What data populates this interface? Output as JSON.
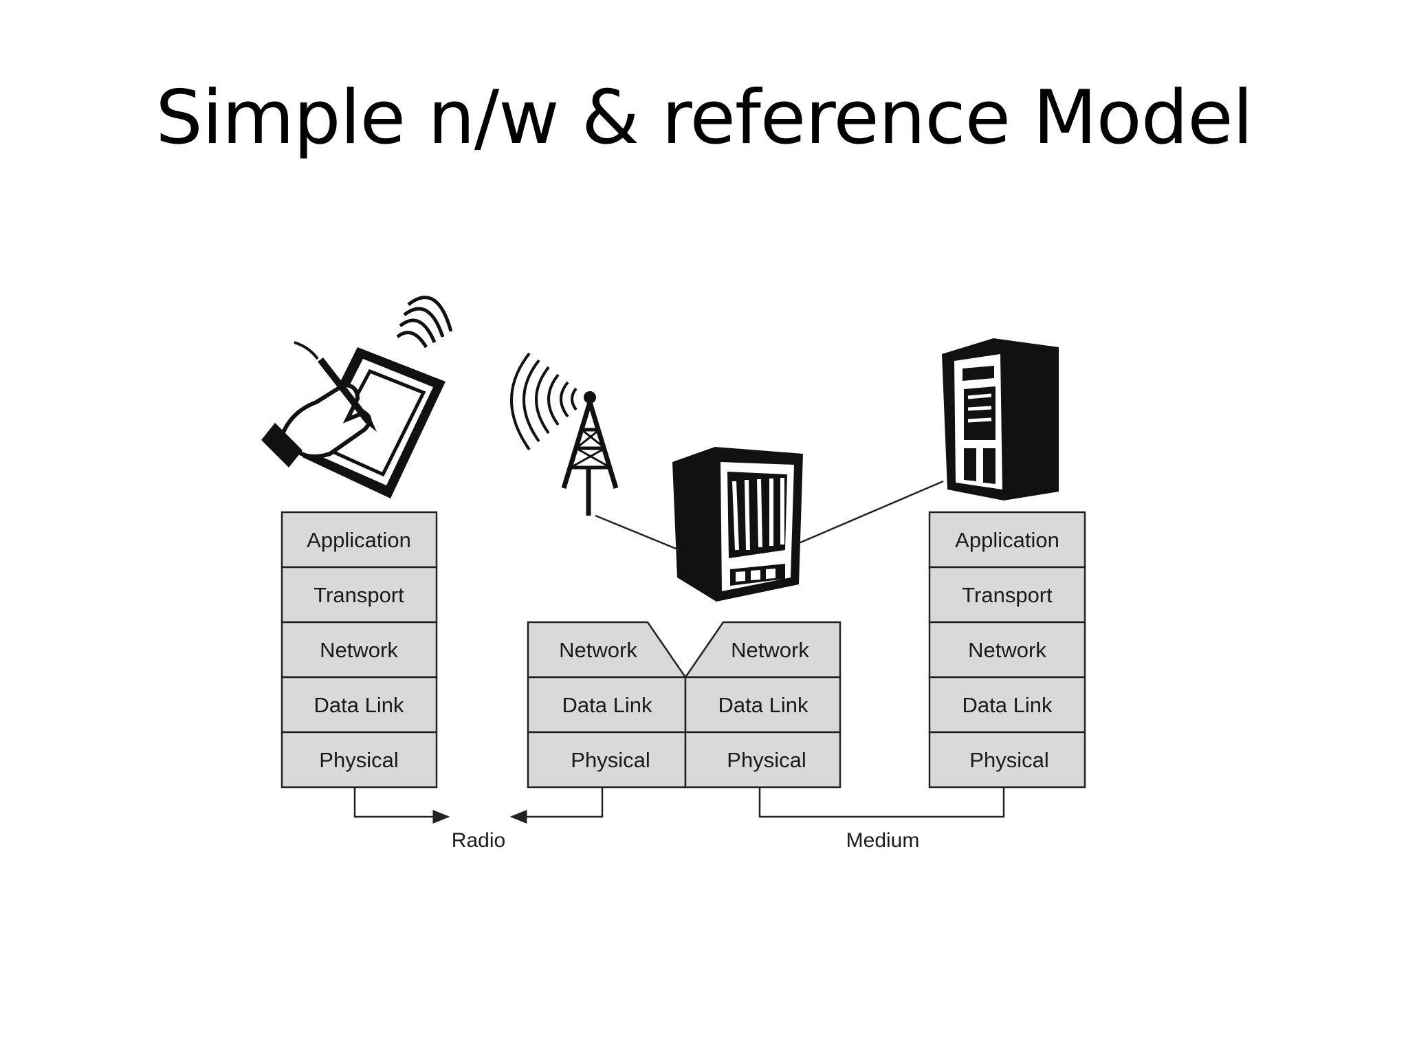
{
  "title": "Simple n/w & reference Model",
  "left_stack": [
    "Application",
    "Transport",
    "Network",
    "Data Link",
    "Physical"
  ],
  "router": {
    "network_left": "Network",
    "network_right": "Network",
    "datalink_left": "Data Link",
    "datalink_right": "Data Link",
    "physical_left": "Physical",
    "physical_right": "Physical"
  },
  "right_stack": [
    "Application",
    "Transport",
    "Network",
    "Data Link",
    "Physical"
  ],
  "media": {
    "radio": "Radio",
    "medium": "Medium"
  },
  "icons": [
    "tablet-pen-icon",
    "radio-tower-icon",
    "router-icon",
    "server-icon"
  ],
  "colors": {
    "layer_fill": "#d9d9d9",
    "stroke": "#222222"
  }
}
